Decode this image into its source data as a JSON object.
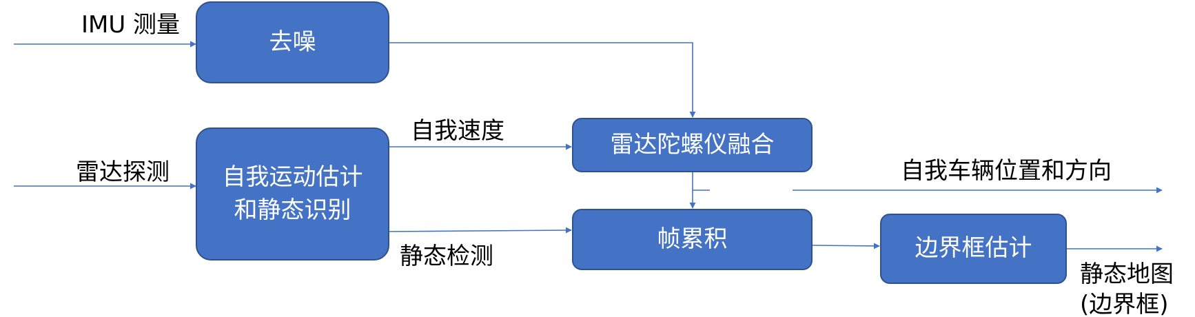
{
  "nodes": {
    "denoise": "去噪",
    "ego_motion": [
      "自我运动估计",
      "和静态识别"
    ],
    "radar_gyro_fusion": "雷达陀螺仪融合",
    "frame_accumulation": "帧累积",
    "bbox_estimation": "边界框估计"
  },
  "edge_labels": {
    "imu_input": "IMU 测量",
    "radar_input": "雷达探测",
    "ego_velocity": "自我速度",
    "static_detection": "静态检测",
    "ego_pose_output": "自我车辆位置和方向",
    "static_map_output": [
      "静态地图",
      "(边界框)"
    ]
  },
  "colors": {
    "box_fill": "#4472c4",
    "box_border": "#2f528f",
    "arrow": "#4472c4",
    "text_on_box": "#ffffff",
    "label_text": "#000000"
  }
}
